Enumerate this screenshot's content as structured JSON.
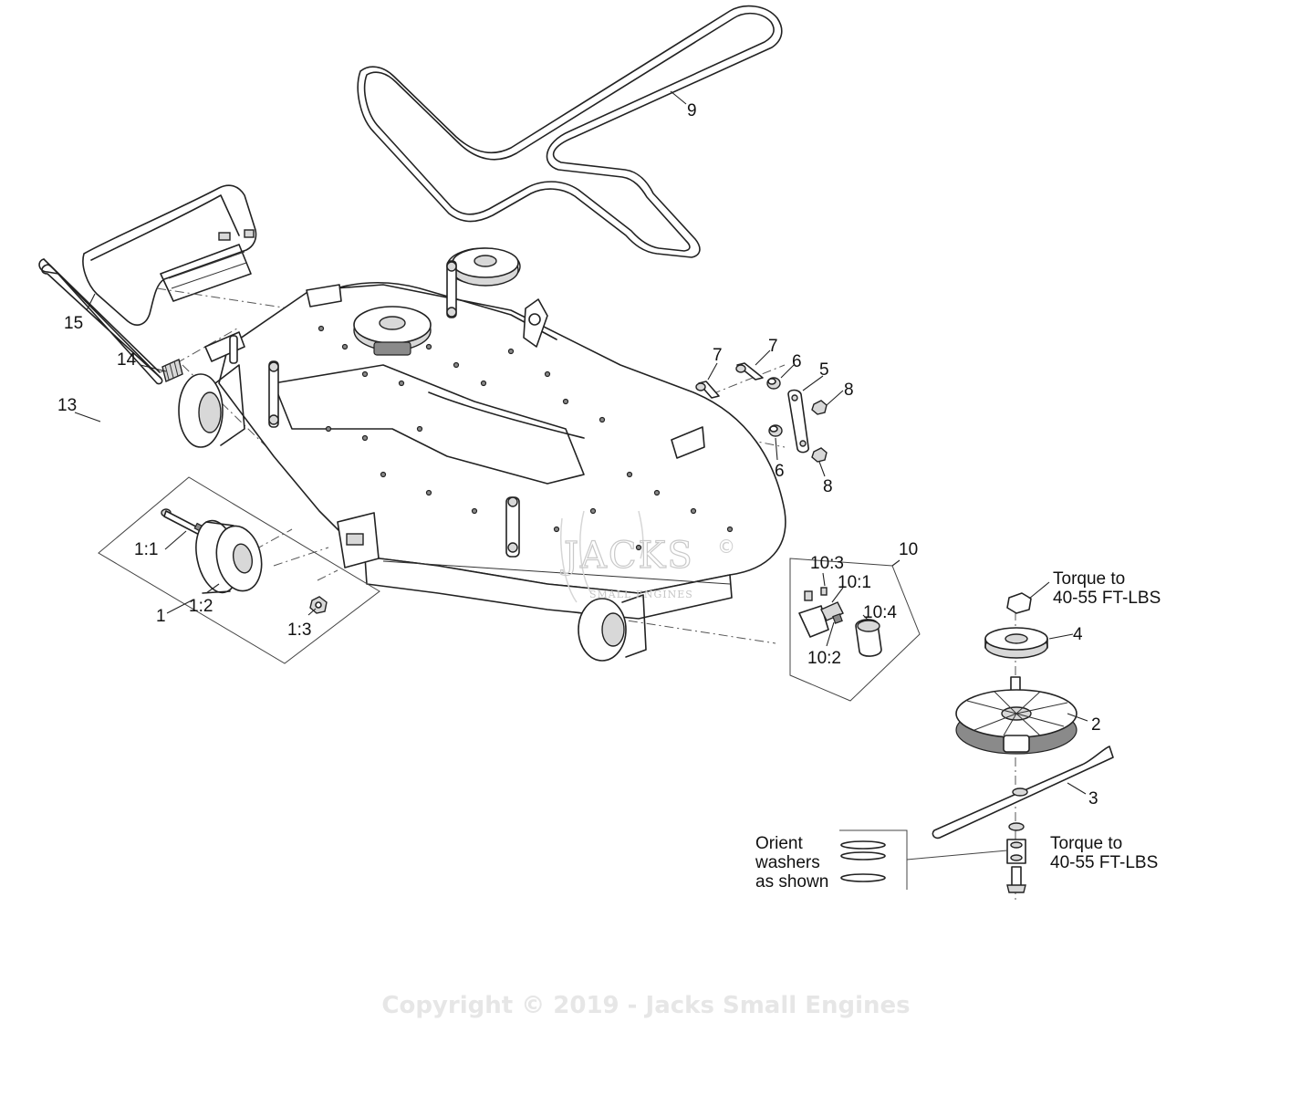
{
  "callouts": {
    "c1": "1",
    "c1_1": "1:1",
    "c1_2": "1:2",
    "c1_3": "1:3",
    "c2": "2",
    "c3": "3",
    "c4": "4",
    "c5": "5",
    "c6a": "6",
    "c6b": "6",
    "c7a": "7",
    "c7b": "7",
    "c8a": "8",
    "c8b": "8",
    "c9": "9",
    "c10": "10",
    "c10_1": "10:1",
    "c10_2": "10:2",
    "c10_3": "10:3",
    "c10_4": "10:4",
    "c13": "13",
    "c14": "14",
    "c15": "15"
  },
  "notes": {
    "torque_top_line1": "Torque to",
    "torque_top_line2": "40-55 FT-LBS",
    "torque_bottom_line1": "Torque to",
    "torque_bottom_line2": "40-55 FT-LBS",
    "orient_line1": "Orient",
    "orient_line2": "washers",
    "orient_line3": "as shown"
  },
  "watermark": {
    "logo_text": "JACKS",
    "logo_mark": "©",
    "logo_sub": "SMALL ENGINES",
    "copyright": "Copyright © 2019 - Jacks Small Engines"
  }
}
